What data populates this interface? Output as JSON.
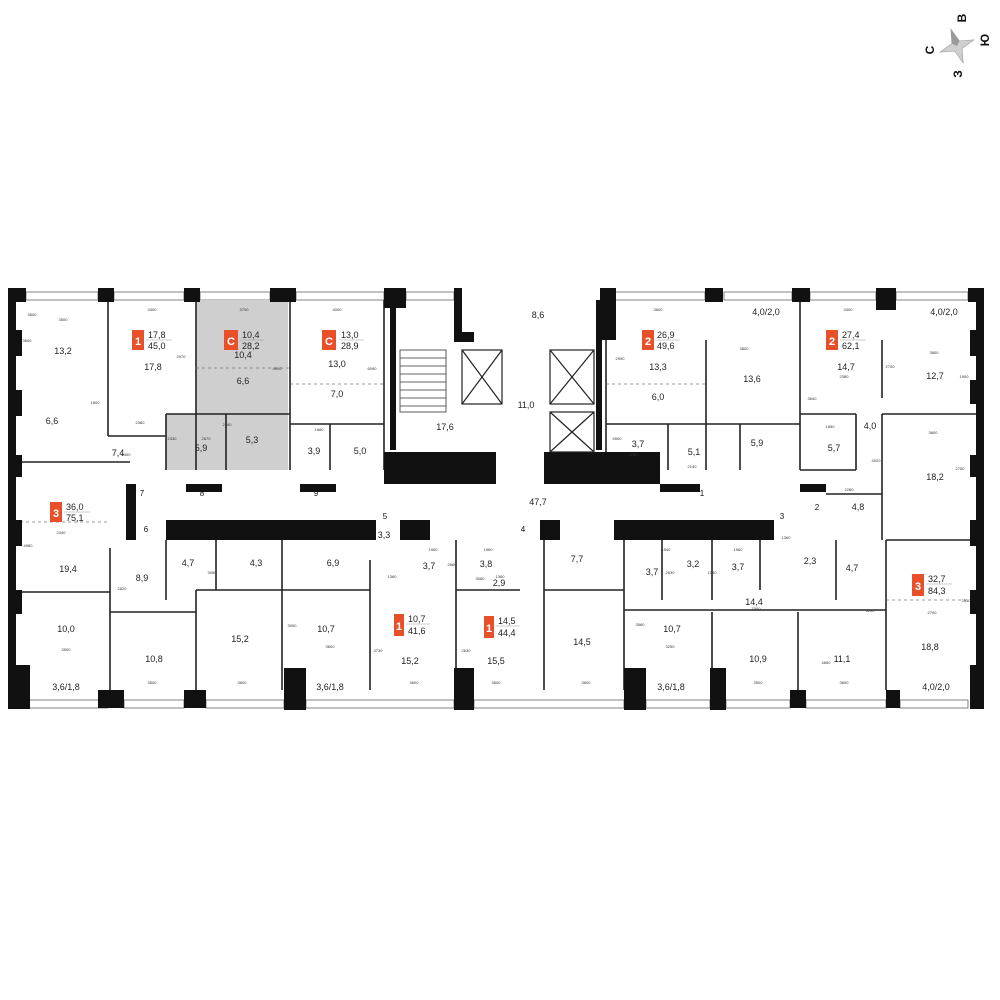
{
  "compass": {
    "north": "С",
    "east": "В",
    "south": "Ю",
    "west": "З"
  },
  "colors": {
    "accent": "#e8502a",
    "wall": "#111111",
    "studio_fill": "#cfcfcf"
  },
  "apartments": [
    {
      "rooms": "1",
      "living": "17,8",
      "total": "45,0"
    },
    {
      "rooms": "С",
      "living": "10,4",
      "total": "28,2"
    },
    {
      "rooms": "С",
      "living": "13,0",
      "total": "28,9"
    },
    {
      "rooms": "2",
      "living": "26,9",
      "total": "49,6"
    },
    {
      "rooms": "2",
      "living": "27,4",
      "total": "62,1"
    },
    {
      "rooms": "3",
      "living": "36,0",
      "total": "75,1"
    },
    {
      "rooms": "1",
      "living": "10,7",
      "total": "41,6"
    },
    {
      "rooms": "1",
      "living": "14,5",
      "total": "44,4"
    },
    {
      "rooms": "3",
      "living": "32,7",
      "total": "84,3"
    }
  ],
  "rooms": [
    "13,2",
    "17,8",
    "10,4",
    "6,6",
    "13,0",
    "7,0",
    "8,6",
    "11,0",
    "17,6",
    "13,3",
    "6,0",
    "13,6",
    "14,7",
    "12,7",
    "4,0/2,0",
    "4,0/2,0",
    "6,6",
    "7,4",
    "5,9",
    "5,3",
    "3,9",
    "5,0",
    "3,7",
    "5,1",
    "5,9",
    "5,7",
    "4,0",
    "18,2",
    "4,8",
    "47,7",
    "19,4",
    "8,9",
    "4,7",
    "4,3",
    "6,9",
    "3,3",
    "3,7",
    "3,8",
    "2,9",
    "7,7",
    "3,7",
    "3,2",
    "3,7",
    "2,3",
    "4,7",
    "14,4",
    "10,0",
    "10,8",
    "15,2",
    "10,7",
    "15,2",
    "15,5",
    "14,5",
    "10,7",
    "10,9",
    "11,1",
    "18,8",
    "3,6/1,8",
    "3,6/1,8",
    "3,6/1,8",
    "4,0/2,0"
  ],
  "doors": [
    "7",
    "8",
    "9",
    "1",
    "6",
    "5",
    "4",
    "3",
    "2"
  ],
  "dims": [
    "3500",
    "3400",
    "3700",
    "4000",
    "3600",
    "3800",
    "3400",
    "3800",
    "1800",
    "2380",
    "2400",
    "2160",
    "1680",
    "2260",
    "2140",
    "3800",
    "2280",
    "2340",
    "1960",
    "1360",
    "1960",
    "1360",
    "3080",
    "1540",
    "1960",
    "1360",
    "7000",
    "2700",
    "3500",
    "3500",
    "3600",
    "3600",
    "3600",
    "3600",
    "3600",
    "3250",
    "3500",
    "3600",
    "3600",
    "3600",
    "2970",
    "4900",
    "6090",
    "2870",
    "2330",
    "2990",
    "5500",
    "3640",
    "1850",
    "2380",
    "2700",
    "1900",
    "2750",
    "4980",
    "2820",
    "3050",
    "3000",
    "3730",
    "2630",
    "2660",
    "3560",
    "2830",
    "1040",
    "4850",
    "5200",
    "2510",
    "4020",
    "3890",
    "4300",
    "4680",
    "1690",
    "2330",
    "3110",
    "3840",
    "4680",
    "4680",
    "2650",
    "3440",
    "3840",
    "5130",
    "3030",
    "1740",
    "1050"
  ]
}
